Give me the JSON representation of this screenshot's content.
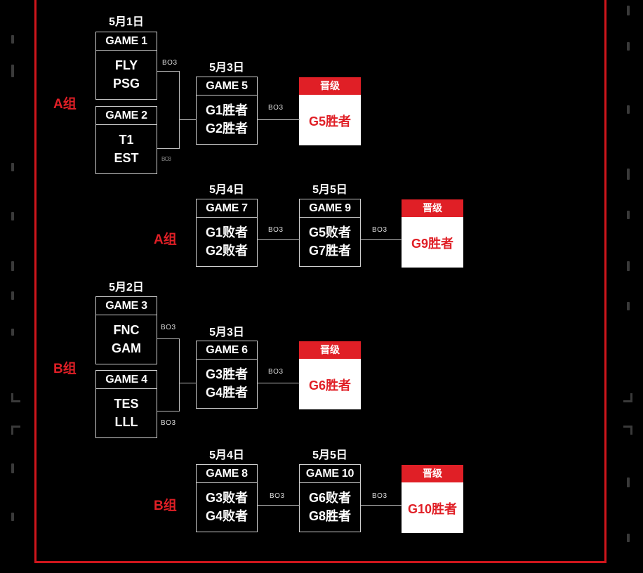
{
  "dates": {
    "d1": "5月1日",
    "d2": "5月2日",
    "d3a": "5月3日",
    "d3b": "5月3日",
    "d4a": "5月4日",
    "d4b": "5月4日",
    "d5a": "5月5日",
    "d5b": "5月5日"
  },
  "groups": {
    "a1": "A组",
    "a2": "A组",
    "b1": "B组",
    "b2": "B组"
  },
  "games": {
    "g1": {
      "title": "GAME 1",
      "line1": "FLY",
      "line2": "PSG"
    },
    "g2": {
      "title": "GAME 2",
      "line1": "T1",
      "line2": "EST"
    },
    "g3": {
      "title": "GAME 3",
      "line1": "FNC",
      "line2": "GAM"
    },
    "g4": {
      "title": "GAME 4",
      "line1": "TES",
      "line2": "LLL"
    },
    "g5": {
      "title": "GAME 5",
      "line1": "G1胜者",
      "line2": "G2胜者"
    },
    "g6": {
      "title": "GAME 6",
      "line1": "G3胜者",
      "line2": "G4胜者"
    },
    "g7": {
      "title": "GAME 7",
      "line1": "G1败者",
      "line2": "G2败者"
    },
    "g8": {
      "title": "GAME 8",
      "line1": "G3败者",
      "line2": "G4败者"
    },
    "g9": {
      "title": "GAME 9",
      "line1": "G5败者",
      "line2": "G7胜者"
    },
    "g10": {
      "title": "GAME 10",
      "line1": "G6败者",
      "line2": "G8胜者"
    }
  },
  "advance": {
    "label": "晋级",
    "a5": "G5胜者",
    "a6": "G6胜者",
    "a9": "G9胜者",
    "a10": "G10胜者"
  },
  "bo": "BO3",
  "colors": {
    "accent": "#e01f26",
    "frame": "#d0161c",
    "background": "#000000",
    "line": "#bbbbbb"
  }
}
